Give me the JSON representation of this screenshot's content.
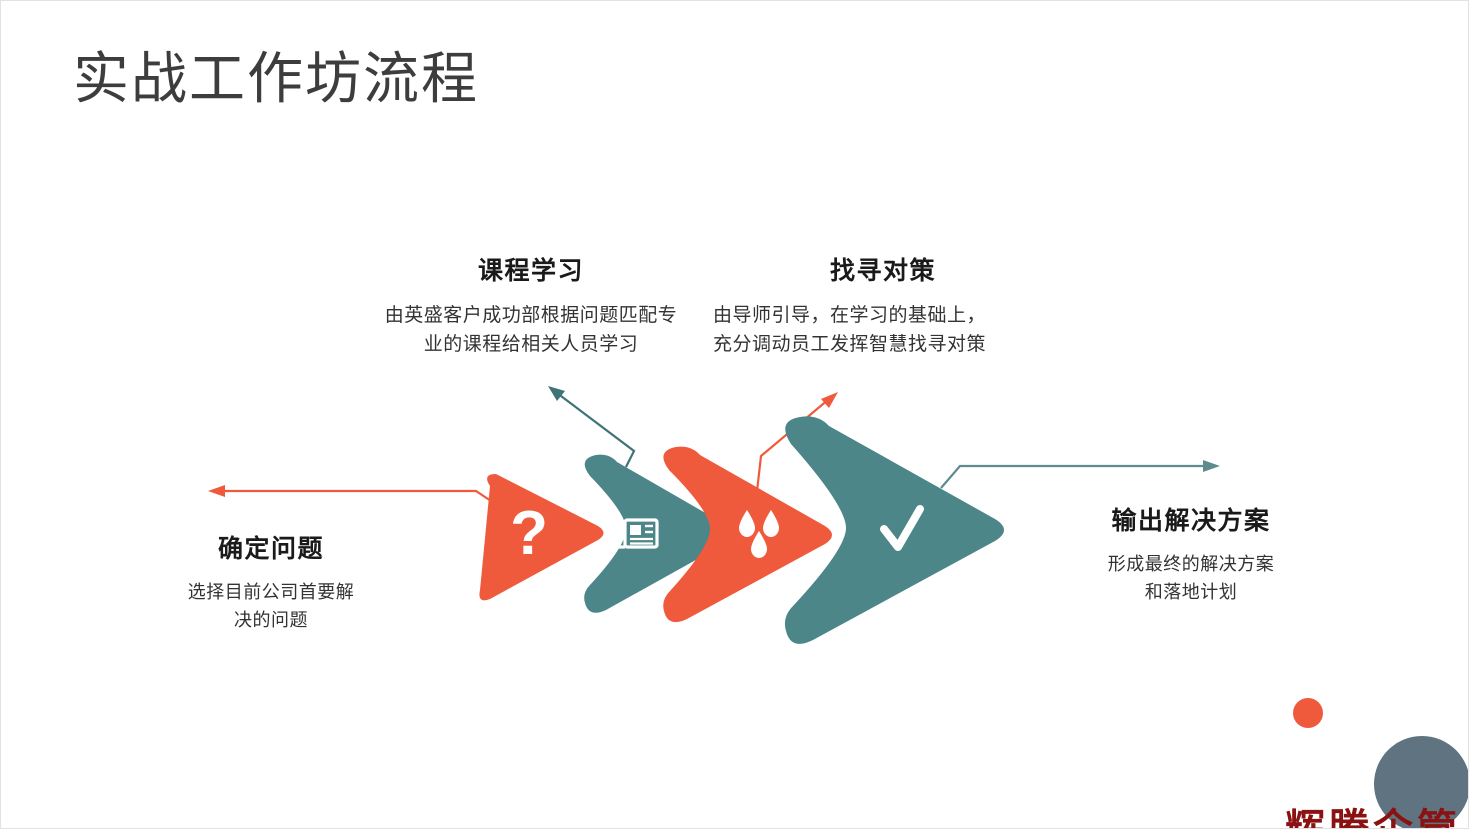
{
  "slide": {
    "title": "实战工作坊流程",
    "background_color": "#ffffff",
    "title_color": "#3d3d3d"
  },
  "theme": {
    "orange": "#f05a3c",
    "teal": "#4c8689",
    "slate": "#5f7480",
    "logo_red": "#8b1212",
    "text_dark": "#1a1a1a",
    "text_body": "#333333"
  },
  "flow": {
    "steps": [
      {
        "index": 1,
        "title": "确定问题",
        "desc_line1": "选择目前公司首要解",
        "desc_line2": "决的问题",
        "shape": "triangle",
        "color": "#f05a3c",
        "icon": "question-mark-icon",
        "icon_glyph": "?",
        "connector": "orange-arrow-left"
      },
      {
        "index": 2,
        "title": "课程学习",
        "desc_line1": "由英盛客户成功部根据问题匹配专",
        "desc_line2": "业的课程给相关人员学习",
        "shape": "chevron",
        "color": "#4c8689",
        "icon": "newspaper-icon",
        "connector": "teal-arrow-up-left"
      },
      {
        "index": 3,
        "title": "找寻对策",
        "desc_line1": "由导师引导，在学习的基础上，",
        "desc_line2": "充分调动员工发挥智慧找寻对策",
        "shape": "chevron",
        "color": "#f05a3c",
        "icon": "water-drops-icon",
        "connector": "orange-arrow-up-right"
      },
      {
        "index": 4,
        "title": "输出解决方案",
        "desc_line1": "形成最终的解决方案",
        "desc_line2": "和落地计划",
        "shape": "chevron",
        "color": "#4c8689",
        "icon": "checkmark-icon",
        "connector": "teal-arrow-right"
      }
    ]
  },
  "logo": {
    "text": "辉腾企管",
    "dot_orange_color": "#f05a3c",
    "dot_slate_color": "#5f7480"
  }
}
